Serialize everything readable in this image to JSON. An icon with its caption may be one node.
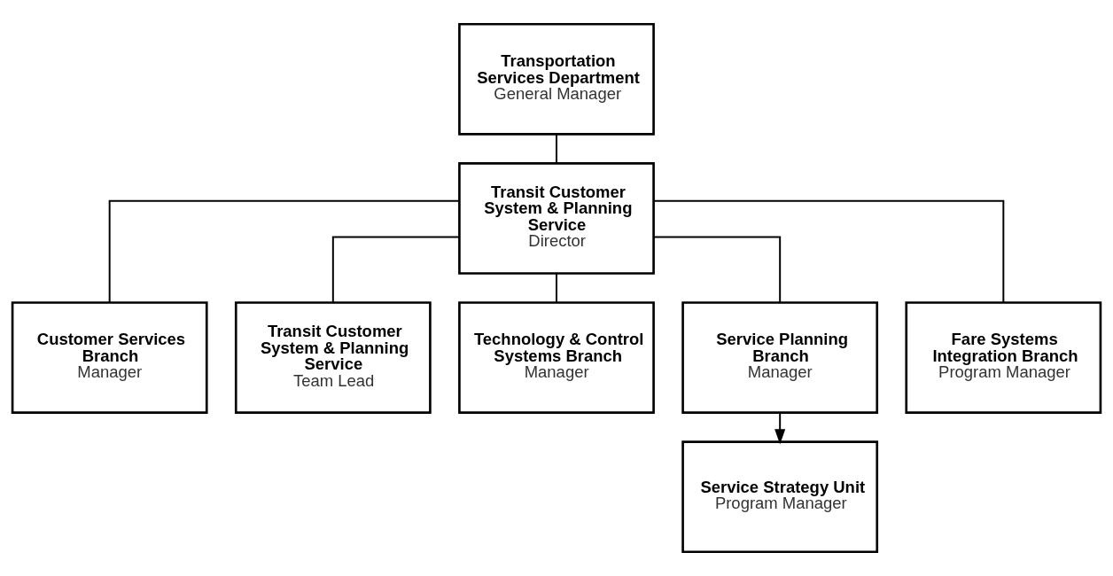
{
  "diagram": {
    "nodes": [
      {
        "text": [
          "Transportation Services Department",
          "General Manager"
        ]
      },
      {
        "text": [
          "Transit Customer System & Planning Service",
          "Director"
        ]
      },
      {
        "text": [
          "Customer Services Branch",
          "Manager"
        ]
      },
      {
        "text": [
          "Transit Customer System & Planning Service",
          "Team Lead"
        ]
      },
      {
        "text": [
          "Technology & Control Systems Branch",
          "Manager"
        ]
      },
      {
        "text": [
          "Service Planning Branch",
          "Manager"
        ]
      },
      {
        "text": [
          "Fare Systems Integration Branch",
          "Program Manager"
        ]
      },
      {
        "text": [
          "Service Strategy Unit",
          "Program Manager"
        ]
      }
    ],
    "edges": [
      {
        "from": 0,
        "to": 1,
        "arrow": "none"
      },
      {
        "from": 1,
        "to": 2,
        "arrow": "none"
      },
      {
        "from": 1,
        "to": 3,
        "arrow": "none"
      },
      {
        "from": 1,
        "to": 4,
        "arrow": "none"
      },
      {
        "from": 1,
        "to": 5,
        "arrow": "none"
      },
      {
        "from": 1,
        "to": 6,
        "arrow": "none"
      },
      {
        "from": 5,
        "to": 7,
        "arrow": "to"
      }
    ]
  }
}
